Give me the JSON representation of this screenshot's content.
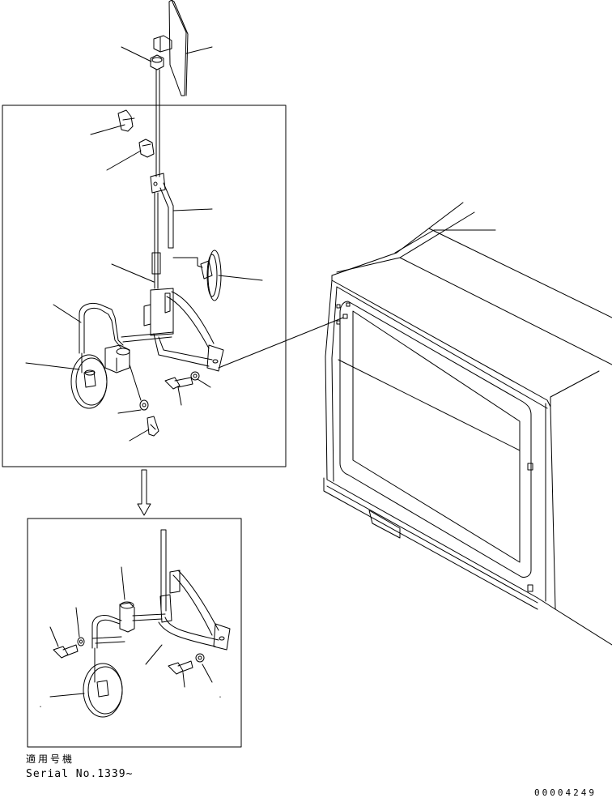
{
  "figure": {
    "applicable_label": "適用号機",
    "serial_label": "Serial No.1339~",
    "document_number": "00004249"
  }
}
